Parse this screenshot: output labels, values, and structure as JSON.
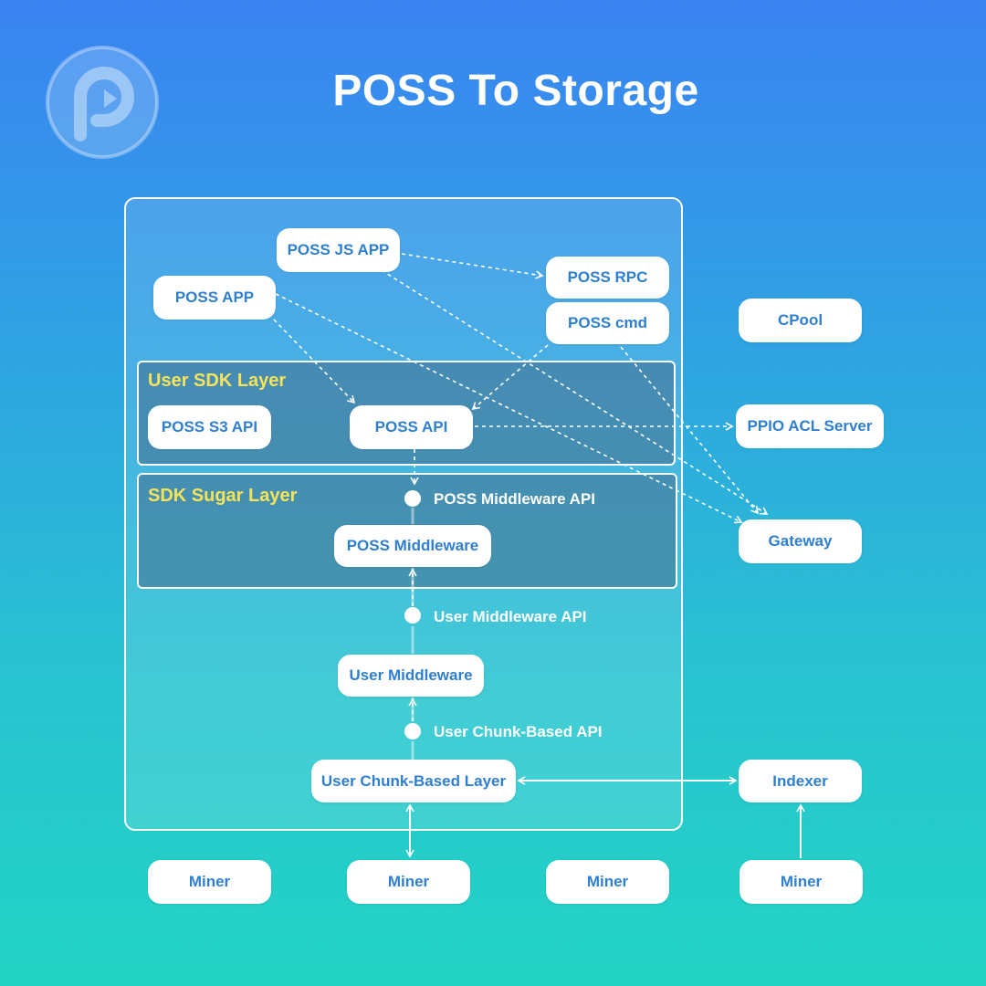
{
  "title": "POSS To Storage",
  "logo_icon": "poss-logo-icon",
  "layers": {
    "user_sdk": "User SDK Layer",
    "sdk_sugar": "SDK Sugar Layer"
  },
  "boxes": {
    "poss_js_app": "POSS JS APP",
    "poss_app": "POSS APP",
    "poss_rpc": "POSS RPC",
    "poss_cmd": "POSS cmd",
    "cpool": "CPool",
    "poss_s3_api": "POSS S3 API",
    "poss_api": "POSS API",
    "ppio_acl_server": "PPIO ACL Server",
    "poss_middleware": "POSS Middleware",
    "gateway": "Gateway",
    "user_middleware": "User Middleware",
    "user_chunk_based_layer": "User Chunk-Based Layer",
    "indexer": "Indexer",
    "miner_1": "Miner",
    "miner_2": "Miner",
    "miner_3": "Miner",
    "miner_4": "Miner"
  },
  "apis": {
    "poss_middleware_api": "POSS Middleware API",
    "user_middleware_api": "User Middleware API",
    "user_chunk_based_api": "User Chunk-Based API"
  },
  "colors": {
    "box_text": "#2f7fd0",
    "layer_title": "#f6e35a",
    "background_top": "#3a84f2",
    "background_bottom": "#22d4c4"
  }
}
